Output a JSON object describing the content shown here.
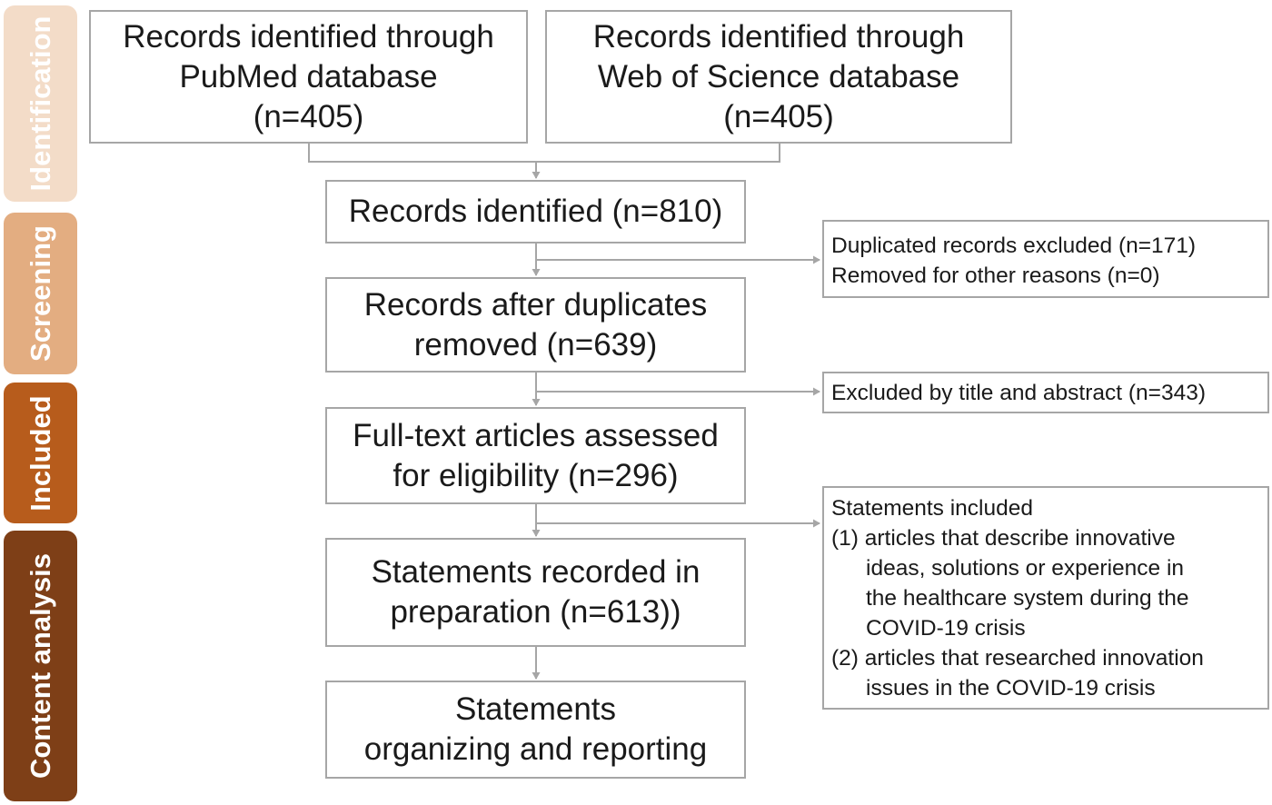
{
  "colors": {
    "identification": "#f3dcc8",
    "screening": "#e3ad81",
    "included": "#b75c1c",
    "content_analysis": "#7e3f17",
    "border": "#a6a6a6",
    "connector": "#a6a6a6"
  },
  "phases": {
    "identification": "Identification",
    "screening": "Screening",
    "included": "Included",
    "content_analysis": "Content analysis"
  },
  "boxes": {
    "pubmed": {
      "line1": "Records identified through",
      "line2": "PubMed database",
      "line3": "(n=405)"
    },
    "wos": {
      "line1": "Records identified through",
      "line2": "Web of Science database",
      "line3": "(n=405)"
    },
    "identified": {
      "line1": "Records identified (n=810)"
    },
    "after_duplicates": {
      "line1": "Records after duplicates",
      "line2": "removed (n=639)"
    },
    "full_text": {
      "line1": "Full-text articles assessed",
      "line2": "for eligibility (n=296)"
    },
    "statements_recorded": {
      "line1": "Statements recorded in",
      "line2": "preparation (n=613))"
    },
    "statements_organizing": {
      "line1": "Statements",
      "line2": "organizing and reporting"
    }
  },
  "notes": {
    "duplicates": {
      "line1": "Duplicated records excluded (n=171)",
      "line2": "Removed for other reasons (n=0)"
    },
    "title_abstract": {
      "line1": "Excluded by title and abstract (n=343)"
    },
    "statements_included": {
      "line1": "Statements included",
      "line2": "(1) articles that describe innovative",
      "line3": "ideas, solutions or experience in",
      "line4": "the healthcare system during the",
      "line5": "COVID-19 crisis",
      "line6": "(2) articles that researched innovation",
      "line7": "issues in the COVID-19 crisis"
    }
  }
}
